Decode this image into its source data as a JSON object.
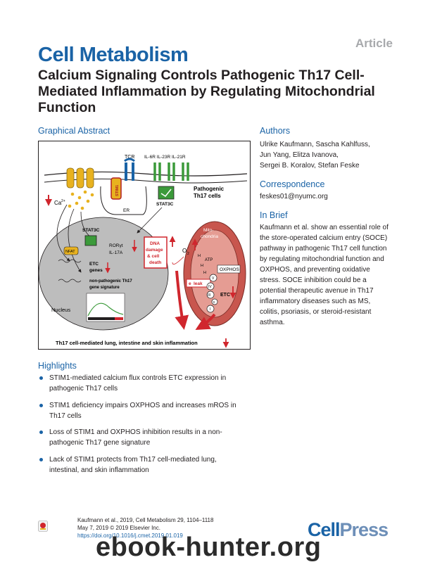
{
  "header": {
    "article_type": "Article",
    "journal": "Cell Metabolism",
    "title": "Calcium Signaling Controls Pathogenic Th17 Cell-Mediated Inflammation by Regulating Mitochondrial Function"
  },
  "graphical_abstract": {
    "heading": "Graphical Abstract",
    "labels": {
      "tcr": "TCR",
      "receptors": "IL-6R IL-23R IL-21R",
      "stim1": "STIM1",
      "ca": "Ca",
      "ca_sup": "2+",
      "er": "ER",
      "pathogenic_line1": "Pathogenic",
      "pathogenic_line2": "Th17 cells",
      "stat3c_top": "STAT3C",
      "stat3c_nucleus": "STAT3C",
      "nfat": "NFAT",
      "rorgt": "RORγt",
      "il17a": "IL-17A",
      "etc_genes_line1": "ETC",
      "etc_genes_line2": "genes",
      "nonpath_line1": "non-pathogenic Th17",
      "nonpath_line2": "gene signature",
      "nucleus": "Nucleus",
      "dna_line1": "DNA",
      "dna_line2": "damage",
      "dna_line3": "& cell",
      "dna_line4": "death",
      "mito_line1": "Mito-",
      "mito_line2": "chondria",
      "o2": "O",
      "o2_sup": "2",
      "o2_sup2": "-",
      "atp": "ATP",
      "oxphos": "OXPHOS",
      "e_leak": "e",
      "e_leak_suffix": " leak",
      "etc": "ETC",
      "complex_v": "V",
      "complex_iv": "IV",
      "complex_iii": "III",
      "complex_ii": "II",
      "complex_i": "I",
      "h_plus": "H",
      "footer": "Th17 cell-mediated lung, intestine and skin inflammation"
    }
  },
  "authors": {
    "heading": "Authors",
    "lines": [
      "Ulrike Kaufmann, Sascha Kahlfuss,",
      "Jun Yang, Elitza Ivanova,",
      "Sergei B. Koralov, Stefan Feske"
    ]
  },
  "correspondence": {
    "heading": "Correspondence",
    "email": "feskes01@nyumc.org"
  },
  "in_brief": {
    "heading": "In Brief",
    "lines": [
      "Kaufmann et al. show an essential role of",
      "the store-operated calcium entry (SOCE)",
      "pathway in pathogenic Th17 cell function",
      "by regulating mitochondrial function and",
      "OXPHOS, and preventing oxidative",
      "stress. SOCE inhibition could be a",
      "potential therapeutic avenue in Th17",
      "inflammatory diseases such as MS,",
      "colitis, psoriasis, or steroid-resistant",
      "asthma."
    ]
  },
  "highlights": {
    "heading": "Highlights",
    "items": [
      [
        "STIM1-mediated calcium flux controls ETC expression in",
        "pathogenic Th17 cells"
      ],
      [
        "STIM1 deficiency impairs OXPHOS and increases mROS in",
        "Th17 cells"
      ],
      [
        "Loss of STIM1 and OXPHOS inhibition results in a non-",
        "pathogenic Th17 gene signature"
      ],
      [
        "Lack of STIM1 protects from Th17 cell-mediated lung,",
        "intestinal, and skin inflammation"
      ]
    ]
  },
  "citation": {
    "line1": "Kaufmann et al., 2019, Cell Metabolism 29, 1104–1118",
    "line2": "May 7, 2019 © 2019 Elsevier Inc.",
    "doi": "https://doi.org/10.1016/j.cmet.2019.01.019"
  },
  "branding": {
    "cell": "Cell",
    "press": "Press",
    "watermark": "ebook-hunter.org"
  },
  "colors": {
    "accent_blue": "#1a63a6",
    "red": "#d0262d",
    "mito_red": "#c8564e",
    "green": "#3b9a3a",
    "gold": "#e8b21f",
    "nucleus_gray": "#bdbdbd"
  }
}
